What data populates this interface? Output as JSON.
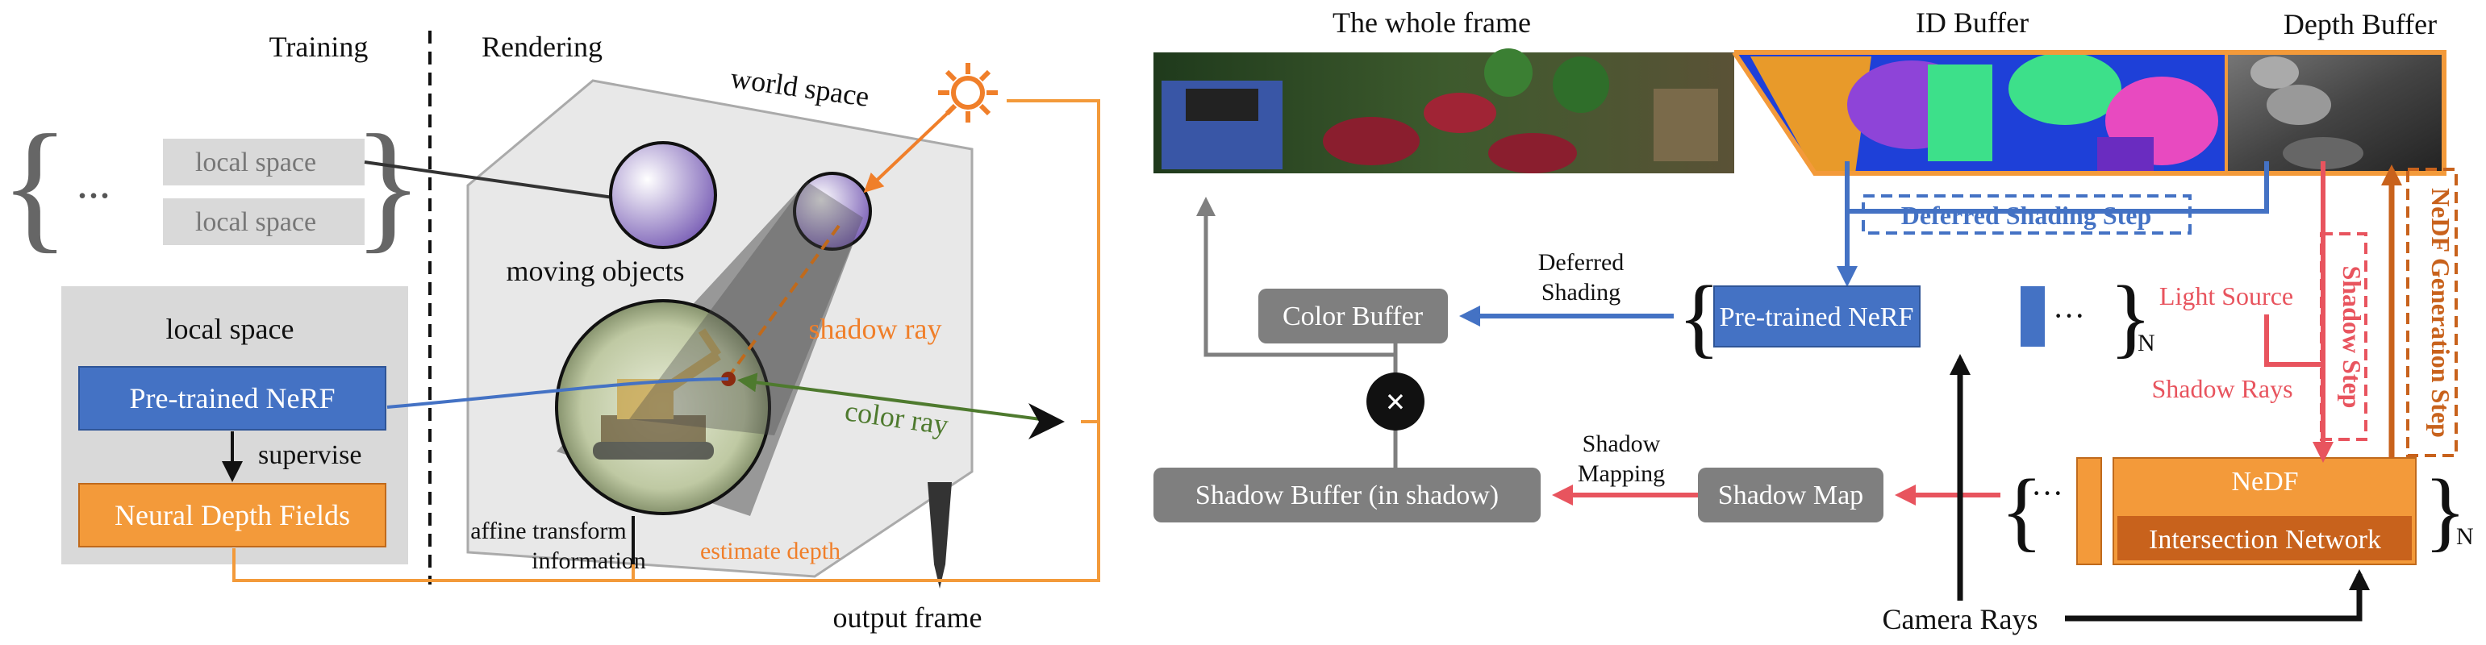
{
  "left": {
    "header_training": "Training",
    "header_rendering": "Rendering",
    "brace_dots": "...",
    "local_space_1": "local space",
    "local_space_2": "local space",
    "local_space_box_title": "local space",
    "pretrained_nerf": "Pre-trained NeRF",
    "supervise": "supervise",
    "neural_depth_fields": "Neural Depth Fields",
    "world_space": "world space",
    "moving_objects": "moving objects",
    "shadow_ray": "shadow ray",
    "color_ray": "color ray",
    "affine_line1": "affine transform",
    "affine_line2": "information",
    "estimate_depth": "estimate depth",
    "output_frame": "output frame"
  },
  "right": {
    "whole_frame": "The whole frame",
    "id_buffer": "ID Buffer",
    "depth_buffer": "Depth Buffer",
    "deferred_shading_step": "Deferred Shading Step",
    "color_buffer": "Color Buffer",
    "deferred_line1": "Deferred",
    "deferred_line2": "Shading",
    "pretrained_nerf": "Pre-trained NeRF",
    "dots_top": "···",
    "n_top": "N",
    "light_source": "Light Source",
    "shadow_step": "Shadow Step",
    "shadow_rays": "Shadow Rays",
    "nedf_generation_step": "NeDF Generation Step",
    "shadow_buffer": "Shadow Buffer (in shadow)",
    "shadow_mapping_line1": "Shadow",
    "shadow_mapping_line2": "Mapping",
    "shadow_map": "Shadow Map",
    "dots_bottom": "···",
    "nedf": "NeDF",
    "intersection_network": "Intersection Network",
    "n_bottom": "N",
    "camera_rays": "Camera Rays"
  },
  "colors": {
    "orange": "#F39A3A",
    "dark_orange": "#C8621C",
    "blue": "#4472C4",
    "red": "#E8545E",
    "gray_box": "#7F7F7F",
    "light_gray": "#D9D9D9",
    "green": "#4E7A2E"
  }
}
